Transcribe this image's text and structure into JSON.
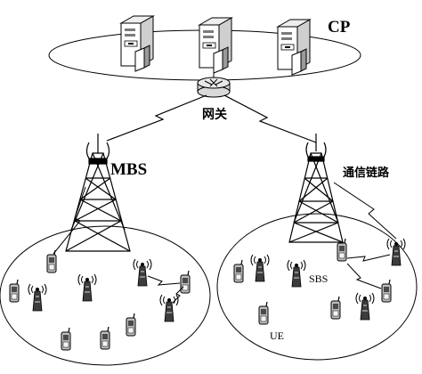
{
  "labels": {
    "cp": "CP",
    "gateway": "网关",
    "mbs": "MBS",
    "link": "通信链路",
    "sbs": "SBS",
    "ue": "UE"
  },
  "colors": {
    "stroke": "#000000",
    "server_front": "#ffffff",
    "server_side": "#cfcfcf",
    "server_dark": "#7a7a7a",
    "phone_body": "#bdbdbd",
    "phone_screen": "#4a4a4a",
    "sbs_tower": "#3c3c3c",
    "router_fill": "#d9d9d9"
  },
  "icons": {
    "servers": [
      "server-icon",
      "server-icon",
      "server-icon"
    ],
    "gateway": "router-icon",
    "towers": [
      "macro-tower-icon",
      "small-tower-icon"
    ],
    "sbs_unit": "antenna-icon",
    "user_device": "mobile-phone-icon",
    "link": "lightning-link-icon"
  }
}
